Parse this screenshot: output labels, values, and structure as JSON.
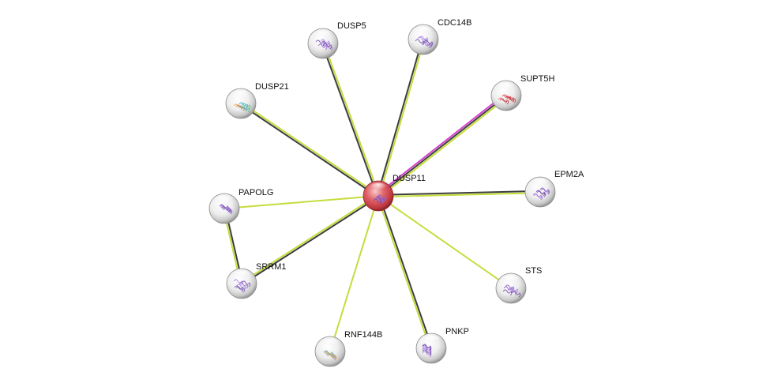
{
  "network": {
    "nodes": [
      {
        "id": "DUSP11",
        "label": "DUSP11",
        "kind": "query",
        "color": "#e0454b",
        "glyph": "purple-structure"
      },
      {
        "id": "DUSP5",
        "label": "DUSP5",
        "kind": "partner",
        "color": "#e6e6e6",
        "glyph": "purple-structure"
      },
      {
        "id": "CDC14B",
        "label": "CDC14B",
        "kind": "partner",
        "color": "#e6e6e6",
        "glyph": "purple-structure"
      },
      {
        "id": "SUPT5H",
        "label": "SUPT5H",
        "kind": "partner",
        "color": "#e6e6e6",
        "glyph": "red-structure"
      },
      {
        "id": "DUSP21",
        "label": "DUSP21",
        "kind": "partner",
        "color": "#e6e6e6",
        "glyph": "rainbow-structure"
      },
      {
        "id": "EPM2A",
        "label": "EPM2A",
        "kind": "partner",
        "color": "#e6e6e6",
        "glyph": "purple-structure"
      },
      {
        "id": "PAPOLG",
        "label": "PAPOLG",
        "kind": "partner",
        "color": "#e6e6e6",
        "glyph": "purple-structure"
      },
      {
        "id": "SRRM1",
        "label": "SRRM1",
        "kind": "partner",
        "color": "#e6e6e6",
        "glyph": "purple-structure"
      },
      {
        "id": "STS",
        "label": "STS",
        "kind": "partner",
        "color": "#e6e6e6",
        "glyph": "purple-structure"
      },
      {
        "id": "RNF144B",
        "label": "RNF144B",
        "kind": "partner",
        "color": "#e6e6e6",
        "glyph": "green-structure"
      },
      {
        "id": "PNKP",
        "label": "PNKP",
        "kind": "partner",
        "color": "#e6e6e6",
        "glyph": "purple-structure"
      }
    ],
    "edges": [
      {
        "source": "DUSP11",
        "target": "DUSP5",
        "evidence": [
          "coexpression",
          "textmining"
        ]
      },
      {
        "source": "DUSP11",
        "target": "CDC14B",
        "evidence": [
          "coexpression",
          "textmining"
        ]
      },
      {
        "source": "DUSP11",
        "target": "SUPT5H",
        "evidence": [
          "experiments",
          "coexpression",
          "textmining"
        ]
      },
      {
        "source": "DUSP11",
        "target": "DUSP21",
        "evidence": [
          "coexpression",
          "textmining"
        ]
      },
      {
        "source": "DUSP11",
        "target": "EPM2A",
        "evidence": [
          "coexpression",
          "textmining"
        ]
      },
      {
        "source": "DUSP11",
        "target": "PAPOLG",
        "evidence": [
          "textmining"
        ]
      },
      {
        "source": "DUSP11",
        "target": "SRRM1",
        "evidence": [
          "coexpression",
          "textmining"
        ]
      },
      {
        "source": "DUSP11",
        "target": "STS",
        "evidence": [
          "textmining"
        ]
      },
      {
        "source": "DUSP11",
        "target": "RNF144B",
        "evidence": [
          "textmining"
        ]
      },
      {
        "source": "DUSP11",
        "target": "PNKP",
        "evidence": [
          "coexpression",
          "textmining"
        ]
      },
      {
        "source": "PAPOLG",
        "target": "SRRM1",
        "evidence": [
          "coexpression",
          "textmining"
        ]
      }
    ],
    "evidence_colors": {
      "textmining": "#c6dc3c",
      "coexpression": "#3d3d3d",
      "experiments": "#d63fcf"
    }
  }
}
